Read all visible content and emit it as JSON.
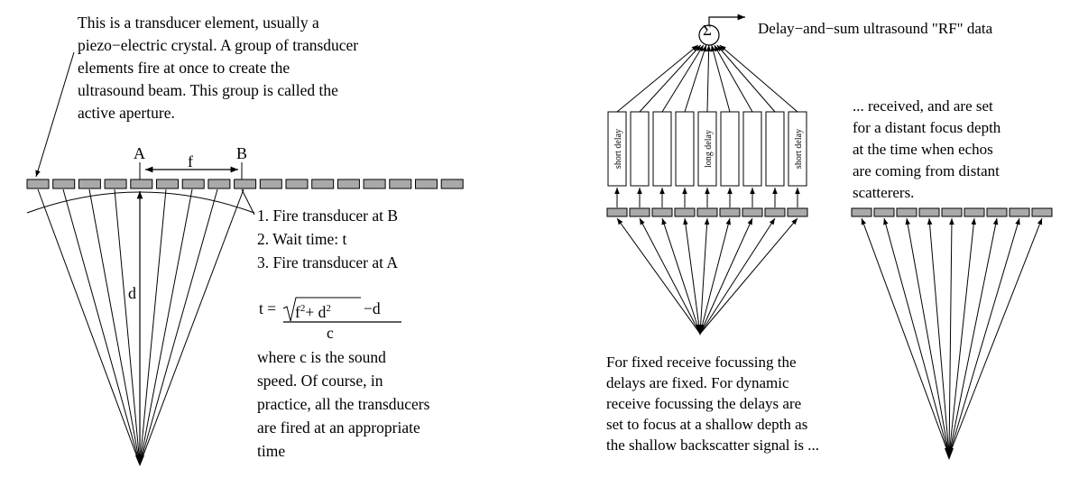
{
  "left_panel": {
    "transducer_note": [
      "This is a transducer element, usually a",
      "piezo−electric crystal.  A group of transducer",
      "elements fire at once to create the",
      "ultrasound beam.  This group is called the",
      "active aperture."
    ],
    "label_a": "A",
    "label_b": "B",
    "label_f": "f",
    "label_d": "d",
    "steps": [
      "1. Fire transducer at B",
      "2. Wait time: t",
      "3. Fire transducer at A"
    ],
    "formula": {
      "lhs": "t =",
      "radicand_f": "f",
      "exp_f": "2",
      "plus": "+ d",
      "exp_d": "2",
      "minus_d": "−d",
      "denominator": "c"
    },
    "explanation": [
      "where c is the sound",
      "speed.  Of course, in",
      "practice, all the transducers",
      "are fired at an appropriate",
      "time"
    ]
  },
  "right_panel": {
    "sum_symbol": "Σ",
    "output_label": "Delay−and−sum ultrasound \"RF\" data",
    "delay_labels": [
      "short delay",
      "long delay",
      "short delay"
    ],
    "fixed_focus_text": [
      "For fixed receive focussing the",
      "delays are fixed.  For dynamic",
      "receive focussing the delays are",
      "set to focus at a shallow depth as",
      "the shallow backscatter signal is ..."
    ],
    "received_text": [
      "... received, and are set",
      "for a distant focus depth",
      "at the time when echos",
      "are coming from distant",
      "scatterers."
    ]
  },
  "colors": {
    "element_fill": "#a9a9a9",
    "stroke": "#000000",
    "background": "#ffffff"
  }
}
